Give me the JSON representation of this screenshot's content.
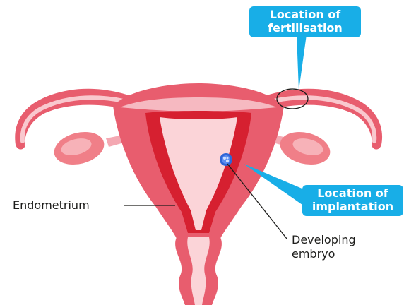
{
  "callouts": {
    "fertilisation": {
      "line1": "Location of",
      "line2": "fertilisation"
    },
    "implantation": {
      "line1": "Location of",
      "line2": "implantation"
    }
  },
  "labels": {
    "endometrium": "Endometrium",
    "embryo_line1": "Developing",
    "embryo_line2": "embryo"
  },
  "colors": {
    "callout_bg": "#18aee7",
    "uterus_outer": "#e85d6e",
    "uterus_light": "#f6b9c1",
    "endometrium": "#d62030",
    "cavity": "#fbd4d8",
    "ovary": "#f07f88",
    "embryo": "#2f66d6"
  }
}
